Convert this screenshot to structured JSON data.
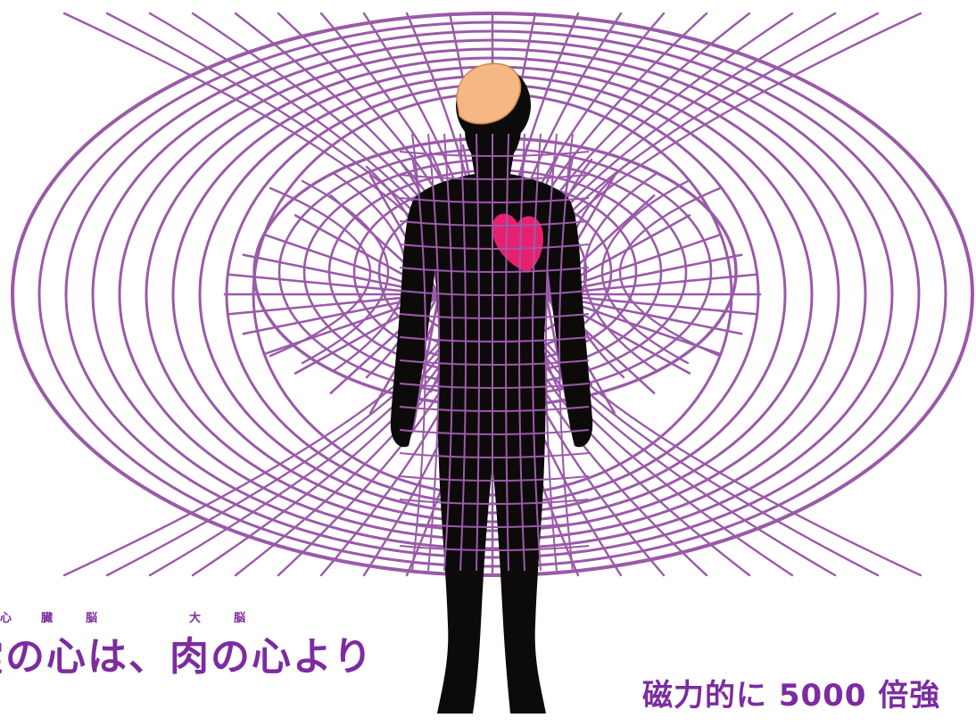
{
  "figure": {
    "colors": {
      "torus": "#9a5aa8",
      "body": "#0d0a0a",
      "brain": "#f5b783",
      "heart": "#e8206e",
      "text": "#7c2ca0"
    },
    "icons": [
      "human-silhouette",
      "brain-icon",
      "heart-icon",
      "torus-field"
    ]
  },
  "captions": {
    "left_main": "霊の心は、肉の心より",
    "left_ruby": [
      "心",
      "臓",
      "脳",
      "大",
      "脳"
    ],
    "right_main": "磁力的に 5000 倍強"
  }
}
